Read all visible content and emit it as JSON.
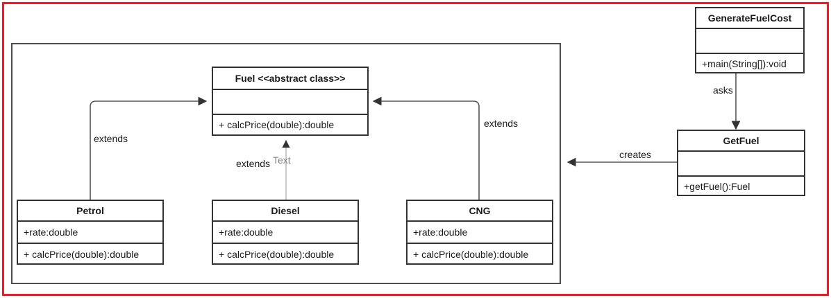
{
  "diagram": {
    "kind": "uml-class-diagram",
    "frame_color": "#ed1c24",
    "container_border_color": "#4d4d4d",
    "class_border_color": "#333333",
    "text_color": "#1a1a1a",
    "ghost_text_color": "#808080"
  },
  "classes": {
    "fuel": {
      "name": "Fuel <<abstract class>>",
      "attributes": "",
      "methods": "+ calcPrice(double):double"
    },
    "petrol": {
      "name": "Petrol",
      "attributes": "+rate:double",
      "methods": "+ calcPrice(double):double"
    },
    "diesel": {
      "name": "Diesel",
      "attributes": "+rate:double",
      "methods": "+ calcPrice(double):double"
    },
    "cng": {
      "name": "CNG",
      "attributes": "+rate:double",
      "methods": "+ calcPrice(double):double"
    },
    "generate_fuel_cost": {
      "name": "GenerateFuelCost",
      "attributes": "",
      "methods": "+main(String[]):void"
    },
    "get_fuel": {
      "name": "GetFuel",
      "attributes": "",
      "methods": "+getFuel():Fuel"
    }
  },
  "edges": {
    "petrol_extends": "extends",
    "diesel_extends": "extends",
    "diesel_extends_ghost": "Text",
    "cng_extends": "extends",
    "generate_asks": "asks",
    "getfuel_creates": "creates"
  }
}
